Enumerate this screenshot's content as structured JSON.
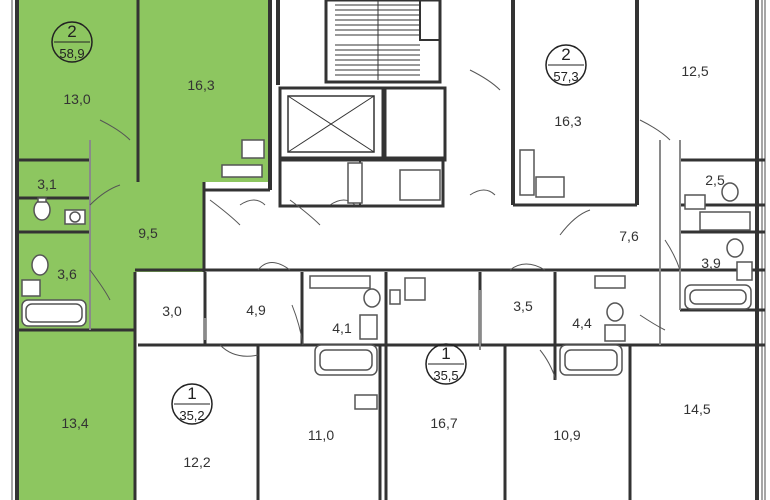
{
  "colors": {
    "highlight": "#8dc660",
    "wall": "#333333",
    "partition": "#8a8a8a",
    "fixture": "#555555",
    "background": "#ffffff"
  },
  "apartments": [
    {
      "rooms": "2",
      "area": "58,9",
      "highlighted": true
    },
    {
      "rooms": "2",
      "area": "57,3",
      "highlighted": false
    },
    {
      "rooms": "1",
      "area": "35,2",
      "highlighted": false
    },
    {
      "rooms": "1",
      "area": "35,5",
      "highlighted": false
    }
  ],
  "rooms": {
    "r13_0": "13,0",
    "r16_3a": "16,3",
    "r3_1": "3,1",
    "r9_5": "9,5",
    "r3_6": "3,6",
    "r13_4": "13,4",
    "r16_3b": "16,3",
    "r12_5": "12,5",
    "r2_5": "2,5",
    "r7_6": "7,6",
    "r3_9": "3,9",
    "r3_0": "3,0",
    "r4_9": "4,9",
    "r4_1": "4,1",
    "r3_5": "3,5",
    "r4_4": "4,4",
    "r12_2": "12,2",
    "r11_0": "11,0",
    "r16_7": "16,7",
    "r10_9": "10,9",
    "r14_5": "14,5"
  }
}
